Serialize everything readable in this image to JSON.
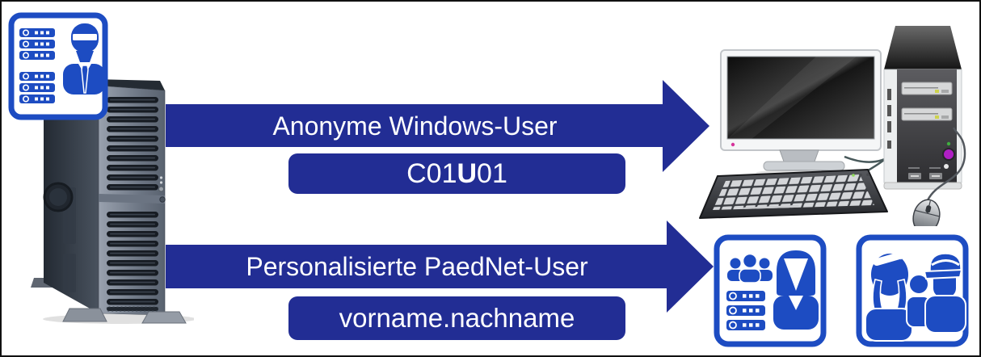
{
  "colors": {
    "navy": "#222d94",
    "icon_blue": "#1d4cc2",
    "page_bg": "#ffffff",
    "border": "#111111",
    "text": "#ffffff"
  },
  "flows": [
    {
      "label": "Anonyme Windows-User",
      "account_prefix": "C01",
      "account_bold": "U",
      "account_suffix": "01"
    },
    {
      "label": "Personalisierte PaedNet-User",
      "account_prefix": "vorname.nachname",
      "account_bold": "",
      "account_suffix": ""
    }
  ],
  "icons": {
    "admin_badge": "admin-with-server-stack-icon",
    "server_tower": "server-tower-image",
    "desktop_computer": "desktop-computer-image",
    "teacher_badge": "teacher-with-class-and-server-icon",
    "pupils_badge": "pupils-group-icon"
  }
}
